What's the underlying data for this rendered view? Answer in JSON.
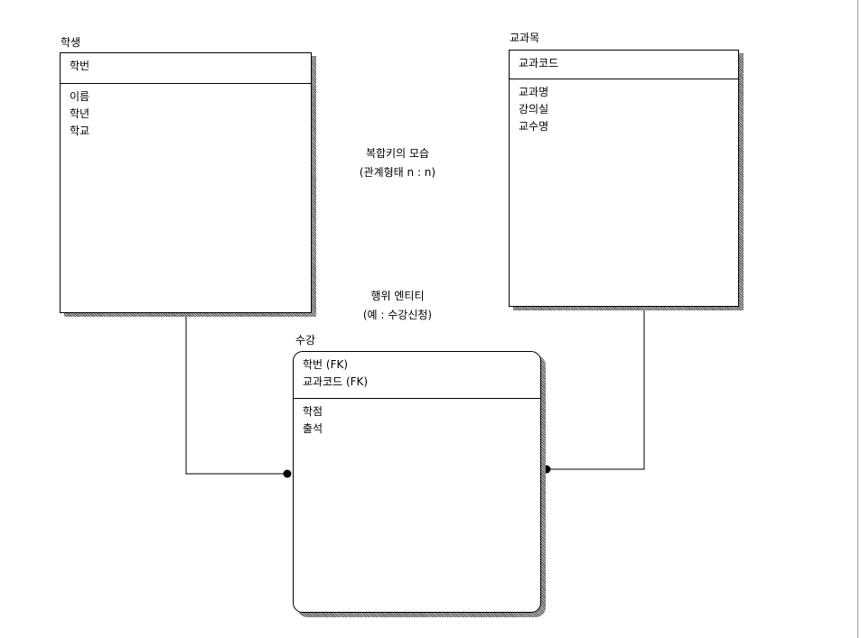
{
  "entities": {
    "student": {
      "name": "학생",
      "keys": [
        "학번"
      ],
      "attributes": [
        "이름",
        "학년",
        "학교"
      ]
    },
    "course": {
      "name": "교과목",
      "keys": [
        "교과코드"
      ],
      "attributes": [
        "교과명",
        "강의실",
        "교수명"
      ]
    },
    "enrollment": {
      "name": "수강",
      "keys": [
        "학번 (FK)",
        "교과코드 (FK)"
      ],
      "attributes": [
        "학점",
        "출석"
      ]
    }
  },
  "notes": {
    "composite_key": [
      "복합키의 모습",
      "(관계형태 n : n)"
    ],
    "action_entity": [
      "행위 엔티티",
      "(예 : 수강신청)"
    ]
  }
}
